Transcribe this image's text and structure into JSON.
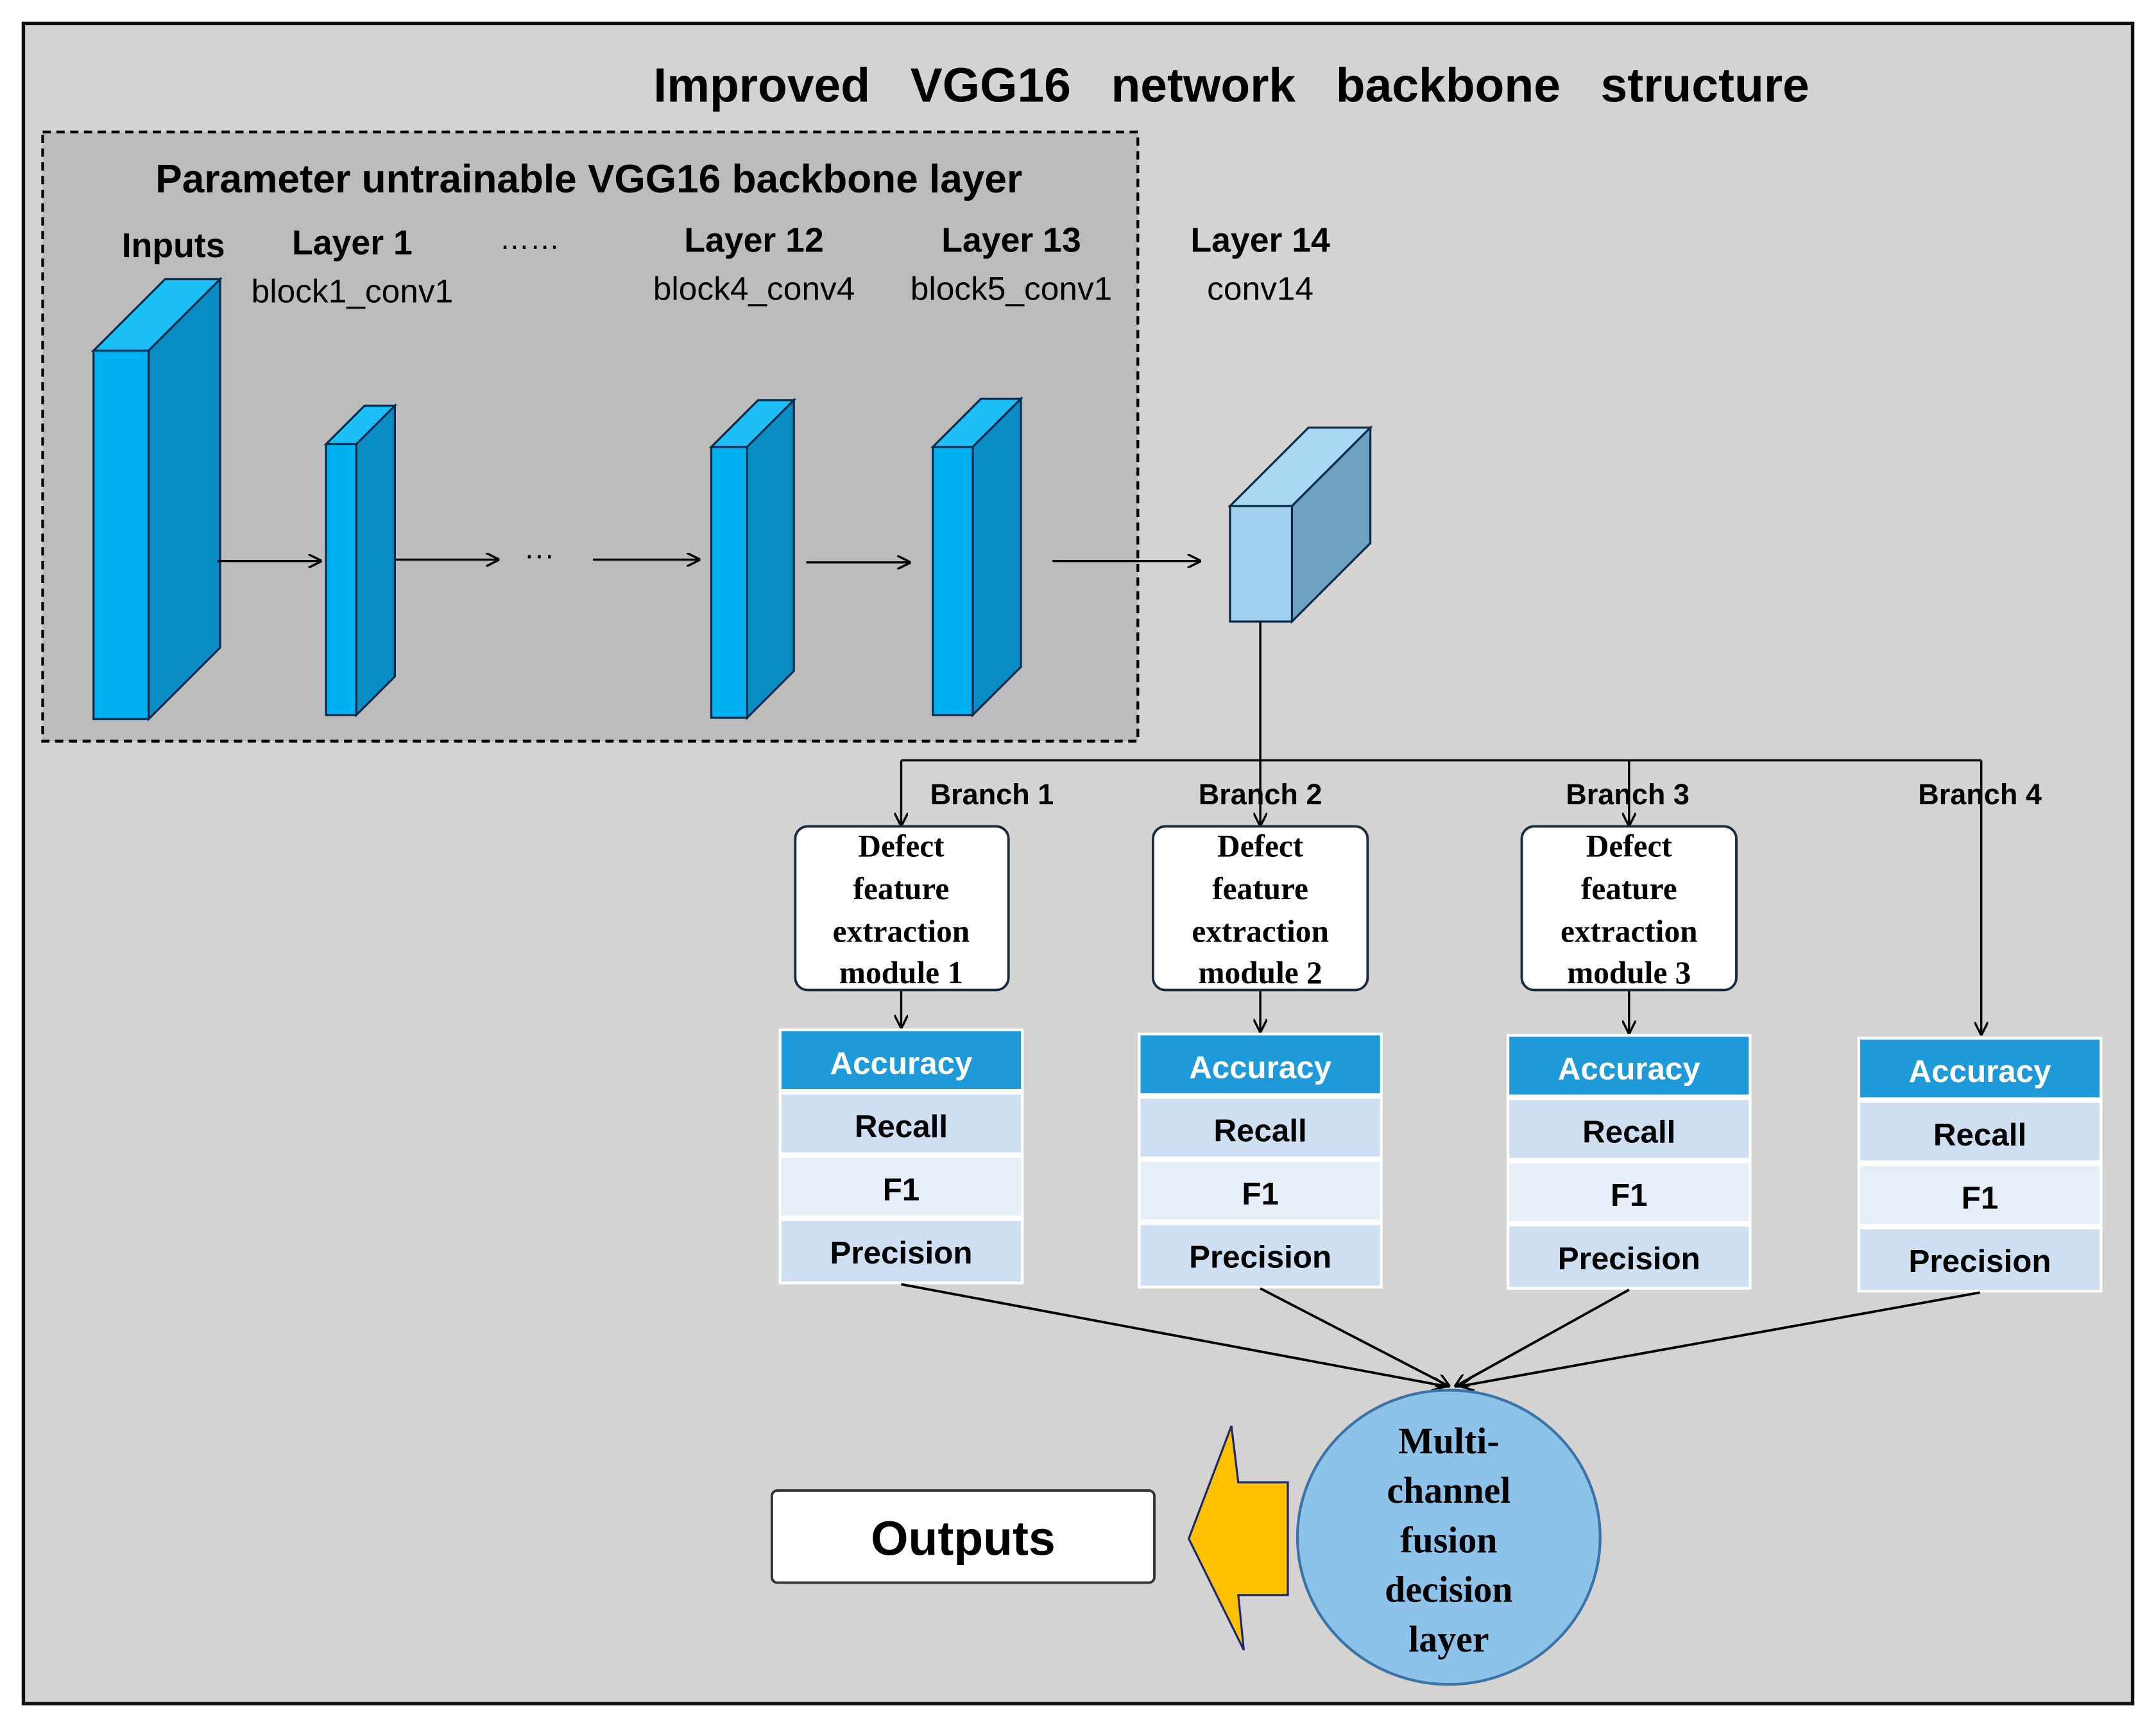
{
  "title": "Improved   VGG16   network   backbone   structure",
  "frozen_box": {
    "label": "Parameter untrainable VGG16 backbone layer"
  },
  "layers": [
    {
      "name": "Inputs",
      "sub": ""
    },
    {
      "name": "Layer 1",
      "sub": "block1_conv1"
    },
    {
      "name": "Layer 12",
      "sub": "block4_conv4"
    },
    {
      "name": "Layer 13",
      "sub": "block5_conv1"
    },
    {
      "name": "Layer 14",
      "sub": "conv14"
    }
  ],
  "ellipsis_top": "……",
  "ellipsis_mid": "···",
  "branches": [
    {
      "label": "Branch 1",
      "module": [
        "Defect",
        "feature",
        "extraction",
        "module 1"
      ]
    },
    {
      "label": "Branch 2",
      "module": [
        "Defect",
        "feature",
        "extraction",
        "module 2"
      ]
    },
    {
      "label": "Branch 3",
      "module": [
        "Defect",
        "feature",
        "extraction",
        "module 3"
      ]
    },
    {
      "label": "Branch 4",
      "module": []
    }
  ],
  "metrics": [
    "Accuracy",
    "Recall",
    "F1",
    "Precision"
  ],
  "fusion": {
    "lines": [
      "Multi-",
      "channel",
      "fusion",
      "decision",
      "layer"
    ]
  },
  "outputs": {
    "label": "Outputs"
  },
  "colors": {
    "background": "#d4d3d1",
    "frozen_box_fill": "#bcbcbc",
    "block_front": "#00b0f0",
    "block_side": "#0a8cc4",
    "block_top": "#1cc0f6",
    "trainable_front": "#a2cfee",
    "trainable_side": "#6fa1c0",
    "trainable_top": "#a9d6f3",
    "metric_header": "#1e9ad9",
    "metric_row_a": "#cddff0",
    "metric_row_b": "#e6eef8",
    "fusion_fill": "#8dc3e8",
    "fusion_stroke": "#3a74a8",
    "arrow_yellow": "#ffc000"
  }
}
